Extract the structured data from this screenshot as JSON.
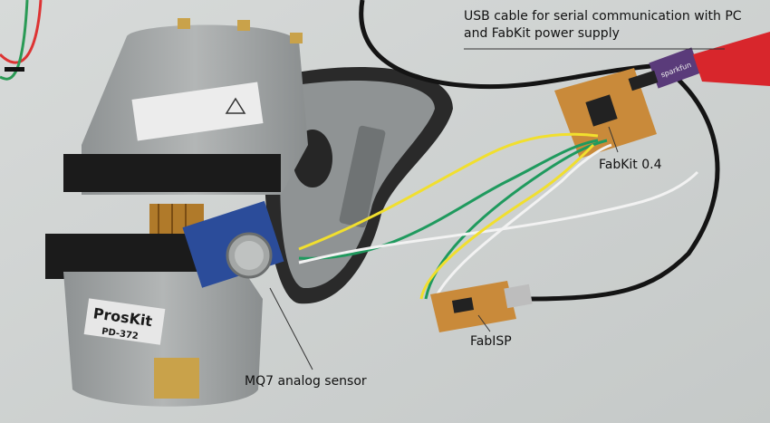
{
  "annotations": {
    "usb_line1": "USB cable for serial communication with PC",
    "usb_line2": "and FabKit power supply",
    "fabkit": "FabKit 0.4",
    "fabisp": "FabISP",
    "mq7": "MQ7 analog sensor"
  },
  "device_text": {
    "brand": "ProsKit",
    "model": "PD-372",
    "usb_plug": "sparkfun"
  },
  "colors": {
    "table": "#cfd3d2",
    "vise_body": "#9fa3a4",
    "rubber_pad": "#1b1b1b",
    "pcb_copper": "#c98a3a",
    "sensor_board": "#2b4c9a",
    "usb_plug_red": "#d8262c",
    "wire_yellow": "#f1df2e",
    "wire_green": "#1f9a5e",
    "wire_white": "#f2f2f2",
    "cable_black": "#141414"
  }
}
